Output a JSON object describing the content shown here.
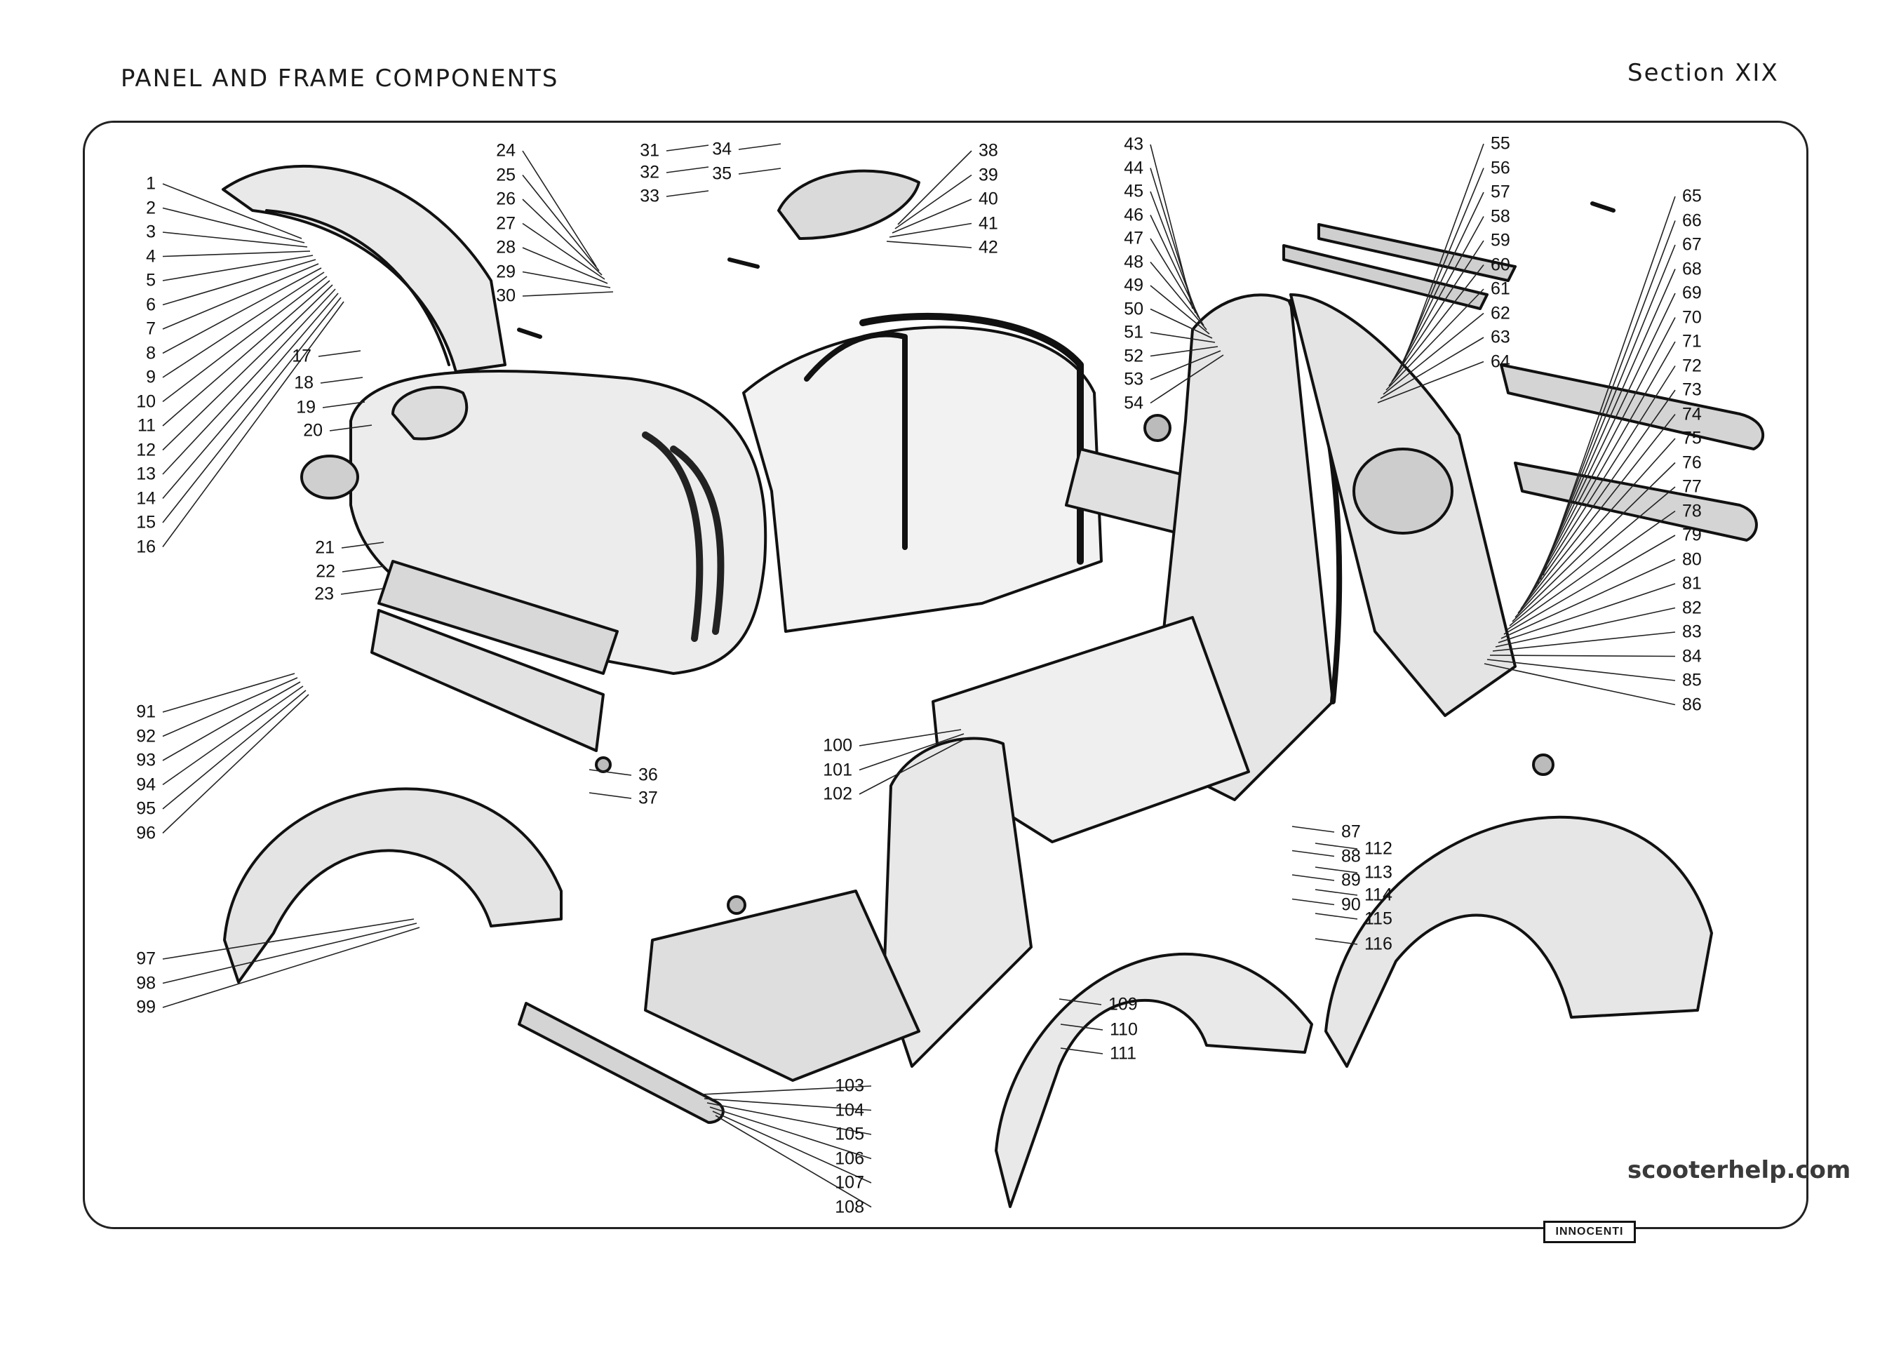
{
  "header": {
    "title": "PANEL AND FRAME COMPONENTS",
    "section": "Section XIX"
  },
  "watermark": "scooterhelp.com",
  "brand_logo": "INNOCENTI",
  "callouts": {
    "left": [
      "1",
      "2",
      "3",
      "4",
      "5",
      "6",
      "7",
      "8",
      "9",
      "10",
      "11",
      "12",
      "13",
      "14",
      "15",
      "16"
    ],
    "left_lower": [
      "91",
      "92",
      "93",
      "94",
      "95",
      "96"
    ],
    "left_bottom": [
      "97",
      "98",
      "99"
    ],
    "mid_side": [
      "17",
      "18",
      "19",
      "20",
      "21",
      "22",
      "23"
    ],
    "top_a": [
      "24",
      "25",
      "26",
      "27",
      "28",
      "29",
      "30"
    ],
    "top_b": [
      "31",
      "32",
      "33"
    ],
    "top_c": [
      "34",
      "35"
    ],
    "top_d": [
      "38",
      "39",
      "40",
      "41",
      "42"
    ],
    "nuts": [
      "36",
      "37"
    ],
    "center_top": [
      "43",
      "44",
      "45",
      "46",
      "47",
      "48",
      "49",
      "50",
      "51",
      "52",
      "53",
      "54"
    ],
    "right_top": [
      "55",
      "56",
      "57",
      "58",
      "59",
      "60",
      "61",
      "62",
      "63",
      "64"
    ],
    "right_far": [
      "65",
      "66",
      "67",
      "68",
      "69",
      "70",
      "71",
      "72",
      "73",
      "74",
      "75",
      "76",
      "77",
      "78",
      "79",
      "80",
      "81",
      "82",
      "83",
      "84",
      "85",
      "86"
    ],
    "right_lower": [
      "87",
      "88",
      "89",
      "90"
    ],
    "front": [
      "100",
      "101",
      "102"
    ],
    "bottom": [
      "103",
      "104",
      "105",
      "106",
      "107",
      "108"
    ],
    "center_lower": [
      "109",
      "110",
      "111",
      "112",
      "113",
      "114",
      "115",
      "116"
    ]
  }
}
